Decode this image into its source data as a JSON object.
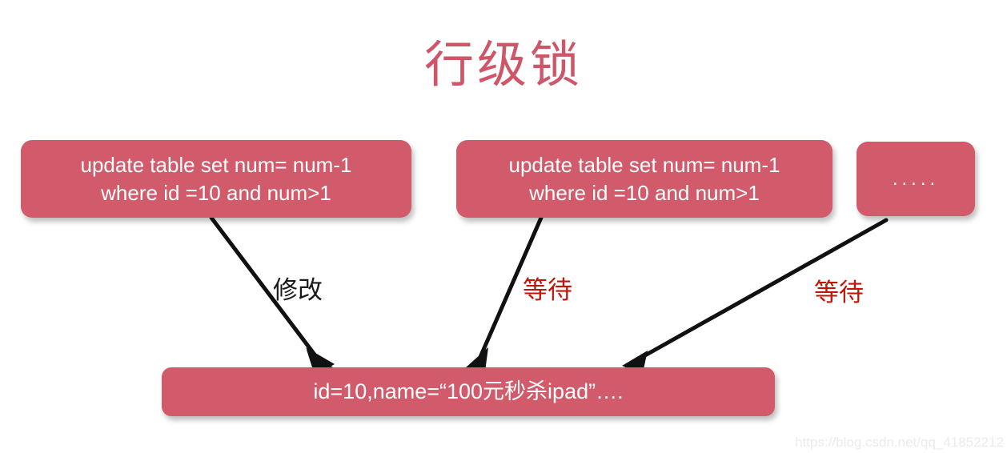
{
  "page": {
    "title": "行级锁",
    "background_color": "#ffffff",
    "node_color": "#d15a6b",
    "title_color": "#cf5668",
    "wait_label_color": "#c01508",
    "modify_label_color": "#1a1a1a"
  },
  "nodes": [
    {
      "id": "tx1",
      "text": "update table set num= num-1\nwhere id =10 and num>1"
    },
    {
      "id": "tx2",
      "text": "update table set num= num-1\nwhere id =10 and num>1"
    },
    {
      "id": "tx3",
      "text": "....."
    },
    {
      "id": "row",
      "text": "id=10,name=“100元秒杀ipad”…."
    }
  ],
  "edges": [
    {
      "id": "edge-1",
      "label": "修改",
      "from": "tx1",
      "to": "row",
      "label_color": "#1a1a1a"
    },
    {
      "id": "edge-2",
      "label": "等待",
      "from": "tx2",
      "to": "row",
      "label_color": "#c01508"
    },
    {
      "id": "edge-3",
      "label": "等待",
      "from": "tx3",
      "to": "row",
      "label_color": "#c01508"
    }
  ],
  "watermark": {
    "text": "https://blog.csdn.net/qq_41852212"
  }
}
